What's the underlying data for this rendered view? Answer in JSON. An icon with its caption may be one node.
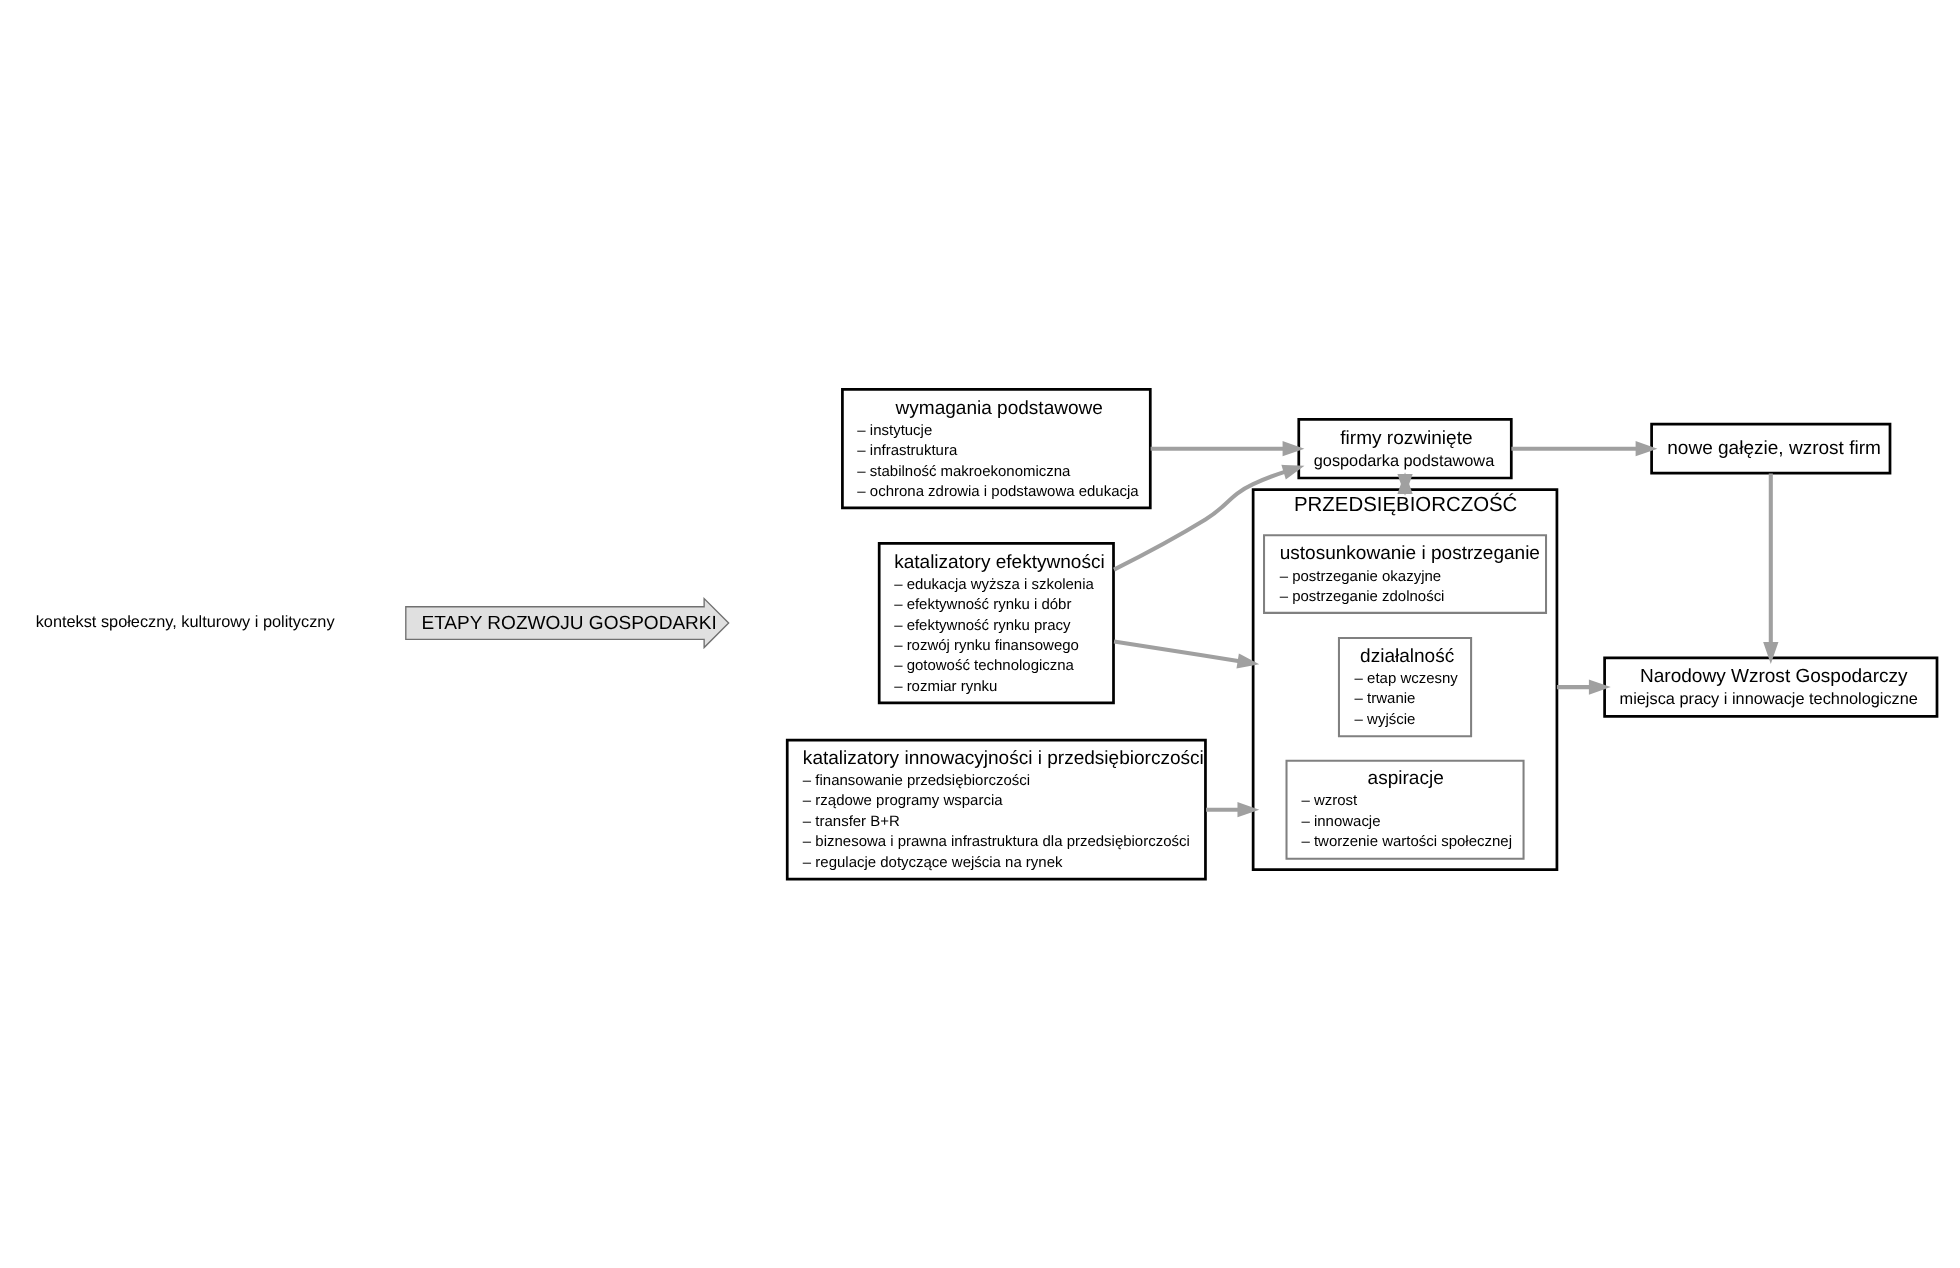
{
  "diagram": {
    "nodes": [
      {
        "text": [
          "wymagania podstawowe",
          "– instytucje",
          "– infrastruktura",
          "– stabilność makroekonomiczna",
          "– ochrona zdrowia i podstawowa edukacja"
        ]
      },
      {
        "text": [
          "katalizatory efektywności",
          "– edukacja wyższa i szkolenia",
          "– efektywność rynku i dóbr",
          "– efektywność rynku pracy",
          "– rozwój rynku finansowego",
          "– gotowość technologiczna",
          "– rozmiar rynku"
        ]
      },
      {
        "text": [
          "katalizatory innowacyjności i przedsiębiorczości",
          "– finansowanie przedsiębiorczości",
          "– rządowe programy wsparcia",
          "– transfer B+R",
          "– biznesowa i prawna infrastruktura dla przedsiębiorczości",
          "– regulacje dotyczące wejścia na rynek"
        ]
      },
      {
        "text": [
          "firmy rozwinięte",
          "gospodarka podstawowa"
        ]
      },
      {
        "text": [
          "nowe gałęzie, wzrost firm"
        ]
      },
      {
        "text": [
          "PRZEDSIĘBIORCZOŚĆ"
        ]
      },
      {
        "text": [
          "ustosunkowanie i postrzeganie",
          "– postrzeganie okazyjne",
          "– postrzeganie zdolności"
        ],
        "in": 5
      },
      {
        "text": [
          "działalność",
          "– etap wczesny",
          "– trwanie",
          "– wyjście"
        ],
        "in": 5
      },
      {
        "text": [
          "aspiracje",
          "– wzrost",
          "– innowacje",
          "– tworzenie wartości społecznej"
        ],
        "in": 5
      },
      {
        "text": [
          "Narodowy Wzrost Gospodarczy",
          "miejsca pracy i innowacje technologiczne"
        ]
      },
      {
        "text": [
          "ETAPY ROZWOJU GOSPODARKI"
        ]
      }
    ],
    "edges": [
      {
        "from": 0,
        "to": 3,
        "arrow": "to"
      },
      {
        "from": 1,
        "to": 3,
        "arrow": "to"
      },
      {
        "from": 1,
        "to": 5,
        "arrow": "to"
      },
      {
        "from": 2,
        "to": 5,
        "arrow": "to"
      },
      {
        "from": 3,
        "to": 5,
        "arrow": "both"
      },
      {
        "from": 3,
        "to": 4,
        "arrow": "to"
      },
      {
        "from": 4,
        "to": 9,
        "arrow": "to"
      },
      {
        "from": 5,
        "to": 9,
        "arrow": "to"
      }
    ],
    "labels": [
      "kontekst społeczny, kulturowy i polityczny"
    ]
  }
}
